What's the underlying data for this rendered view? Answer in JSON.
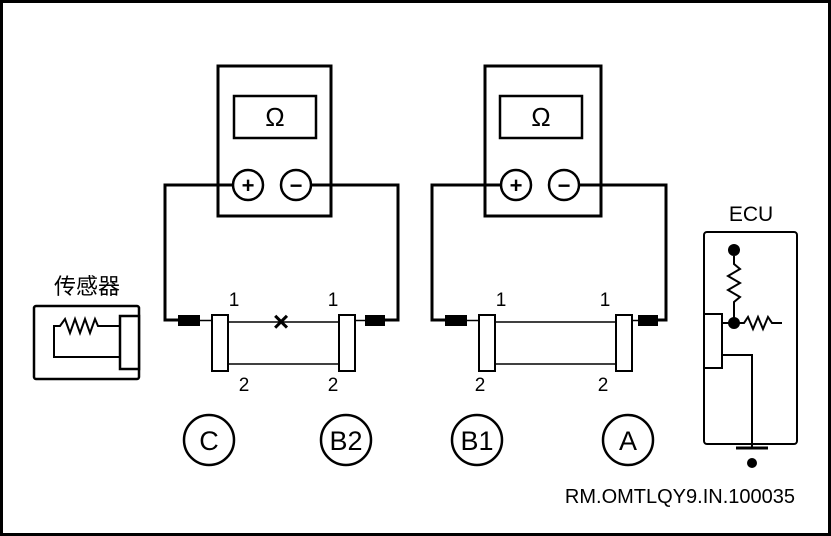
{
  "meters": {
    "left": {
      "symbol": "Ω",
      "plus": "+",
      "minus": "−"
    },
    "right": {
      "symbol": "Ω",
      "plus": "+",
      "minus": "−"
    }
  },
  "sensor": {
    "label": "传感器"
  },
  "ecu": {
    "label": "ECU"
  },
  "harness_left": {
    "pin_top_left": "1",
    "pin_top_right": "1",
    "pin_bottom_left": "2",
    "pin_bottom_right": "2",
    "open_mark": "×"
  },
  "harness_right": {
    "pin_top_left": "1",
    "pin_top_right": "1",
    "pin_bottom_left": "2",
    "pin_bottom_right": "2"
  },
  "connectors": {
    "c": "C",
    "b2": "B2",
    "b1": "B1",
    "a": "A"
  },
  "reference": "RM.OMTLQY9.IN.100035",
  "colors": {
    "line": "#000000",
    "background": "#ffffff"
  }
}
